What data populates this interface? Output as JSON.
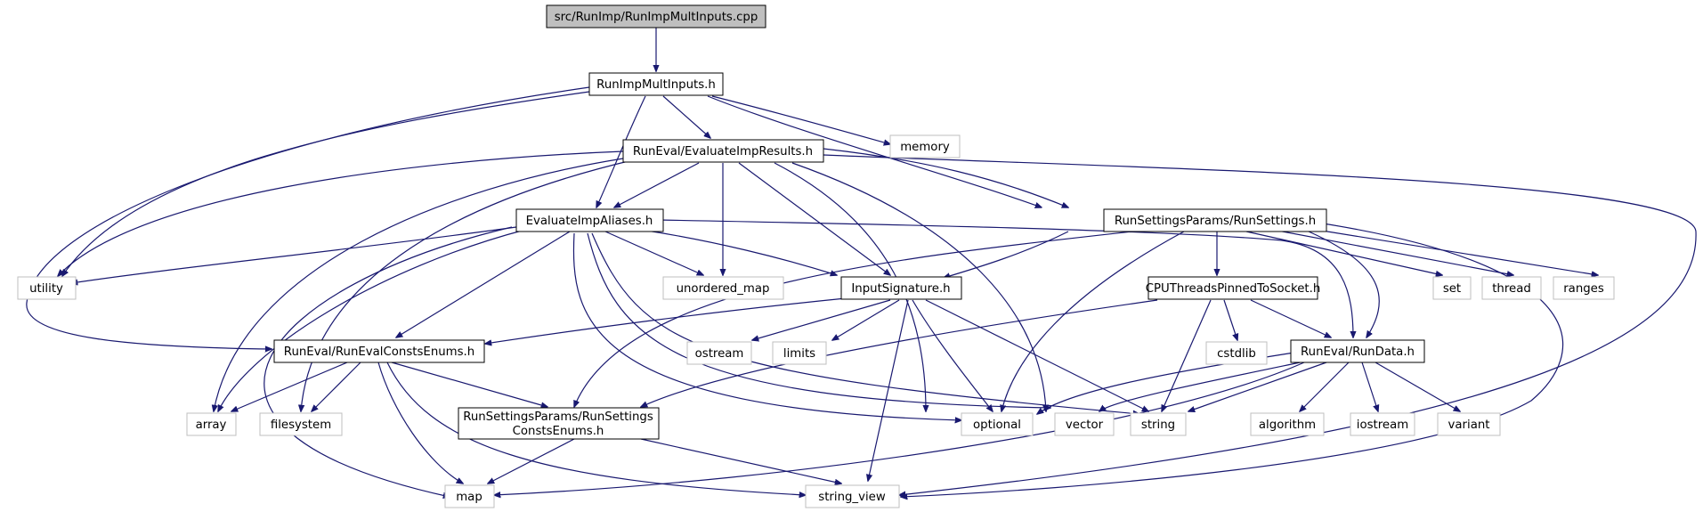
{
  "diagram": {
    "type": "include-dependency-graph",
    "nodes": [
      {
        "id": "root",
        "label": "src/RunImp/RunImpMultInputs.cpp",
        "style": "root"
      },
      {
        "id": "runimpmultinputs",
        "label": "RunImpMultInputs.h",
        "style": "dark"
      },
      {
        "id": "memory",
        "label": "memory",
        "style": "light"
      },
      {
        "id": "evaluateimpresults",
        "label": "RunEval/EvaluateImpResults.h",
        "style": "dark"
      },
      {
        "id": "evaluateimpaliases",
        "label": "EvaluateImpAliases.h",
        "style": "dark"
      },
      {
        "id": "runsettings",
        "label": "RunSettingsParams/RunSettings.h",
        "style": "dark"
      },
      {
        "id": "utility",
        "label": "utility",
        "style": "light"
      },
      {
        "id": "unordered_map",
        "label": "unordered_map",
        "style": "light"
      },
      {
        "id": "inputsignature",
        "label": "InputSignature.h",
        "style": "dark"
      },
      {
        "id": "cputhreads",
        "label": "CPUThreadsPinnedToSocket.h",
        "style": "dark"
      },
      {
        "id": "set",
        "label": "set",
        "style": "light"
      },
      {
        "id": "thread",
        "label": "thread",
        "style": "light"
      },
      {
        "id": "ranges",
        "label": "ranges",
        "style": "light"
      },
      {
        "id": "runevalconstsenums",
        "label": "RunEval/RunEvalConstsEnums.h",
        "style": "dark"
      },
      {
        "id": "ostream",
        "label": "ostream",
        "style": "light"
      },
      {
        "id": "limits",
        "label": "limits",
        "style": "light"
      },
      {
        "id": "cstdlib",
        "label": "cstdlib",
        "style": "light"
      },
      {
        "id": "rundata",
        "label": "RunEval/RunData.h",
        "style": "dark"
      },
      {
        "id": "array",
        "label": "array",
        "style": "light"
      },
      {
        "id": "filesystem",
        "label": "filesystem",
        "style": "light"
      },
      {
        "id": "runsettingsconstsenums",
        "label": "RunSettingsParams/RunSettings\nConstsEnums.h",
        "style": "dark"
      },
      {
        "id": "optional",
        "label": "optional",
        "style": "light"
      },
      {
        "id": "vector",
        "label": "vector",
        "style": "light"
      },
      {
        "id": "string",
        "label": "string",
        "style": "light"
      },
      {
        "id": "algorithm",
        "label": "algorithm",
        "style": "light"
      },
      {
        "id": "iostream",
        "label": "iostream",
        "style": "light"
      },
      {
        "id": "variant",
        "label": "variant",
        "style": "light"
      }
    ]
  }
}
